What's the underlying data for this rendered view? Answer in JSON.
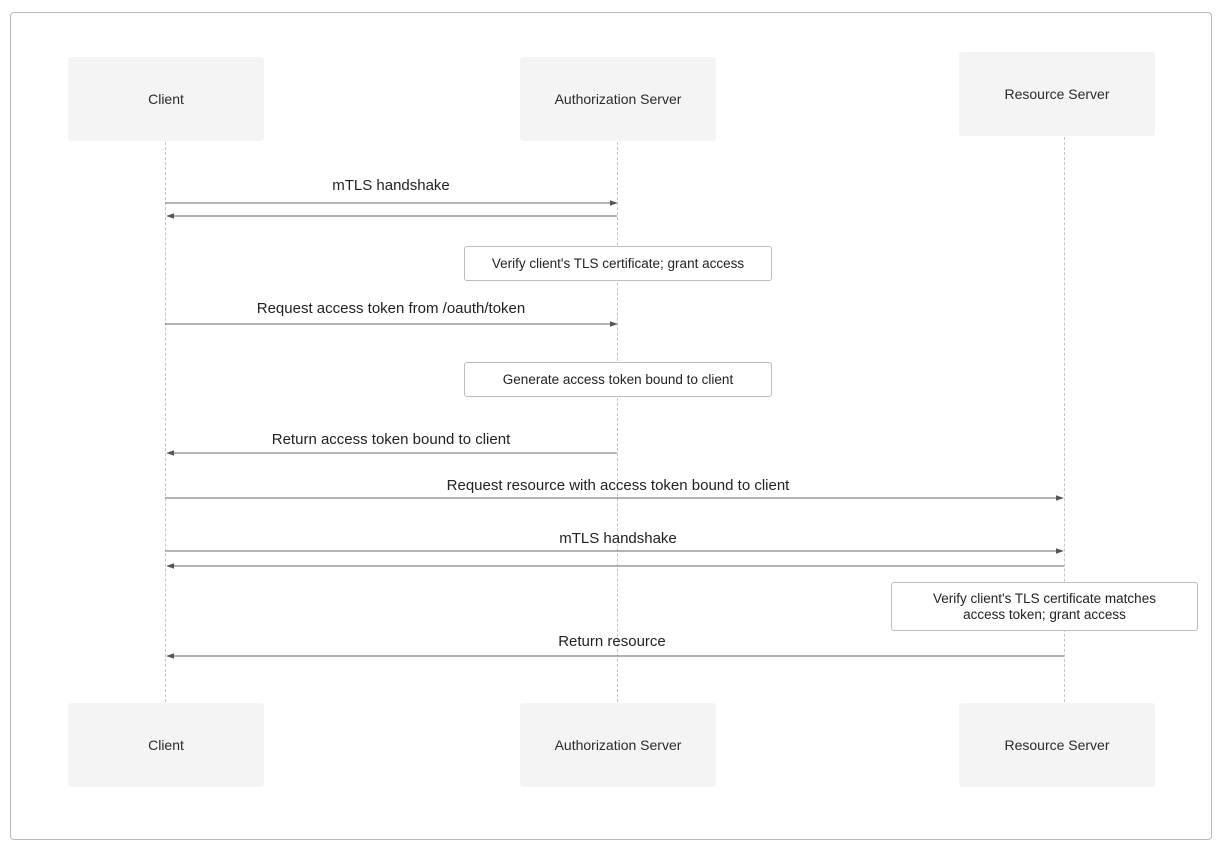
{
  "participants": {
    "client": "Client",
    "auth_server": "Authorization Server",
    "resource_server": "Resource Server"
  },
  "messages": {
    "mtls_handshake_1": "mTLS handshake",
    "request_token": "Request access token from /oauth/token",
    "return_token": "Return access token bound to client",
    "request_resource": "Request resource with access token bound to client",
    "mtls_handshake_2": "mTLS handshake",
    "return_resource": "Return resource"
  },
  "notes": {
    "verify_cert": "Verify client's TLS certificate; grant access",
    "generate_token": "Generate access token bound to client",
    "verify_match_line1": "Verify client's TLS certificate matches",
    "verify_match_line2": "access token; grant access"
  }
}
